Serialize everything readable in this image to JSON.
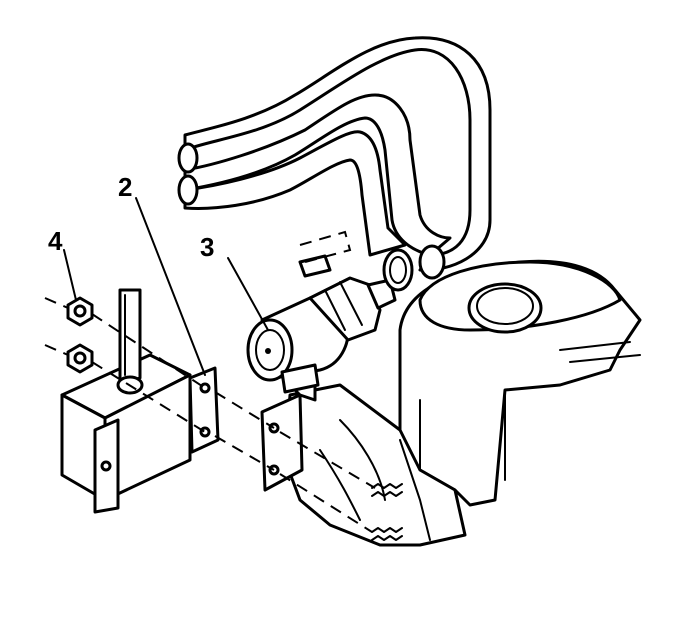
{
  "callouts": {
    "c1": "2",
    "c2": "3",
    "c3": "4"
  },
  "parts": [
    "tube",
    "air-pump",
    "solenoid",
    "bracket",
    "mounting-nut",
    "air-cleaner-housing"
  ]
}
